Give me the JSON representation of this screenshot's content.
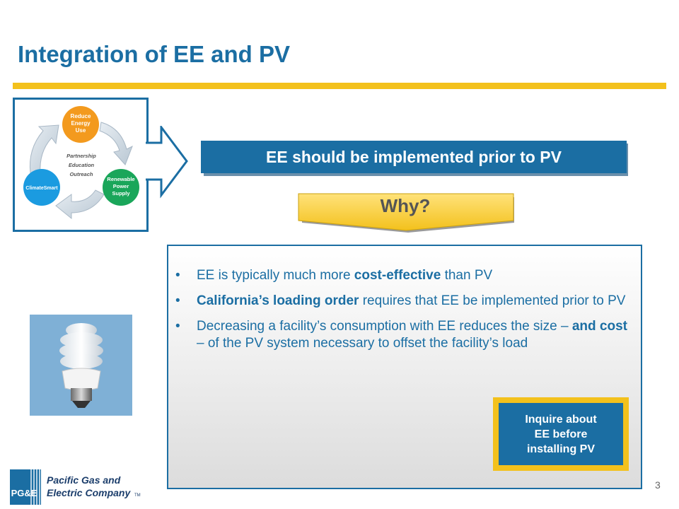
{
  "slide": {
    "title": "Integration of EE and PV",
    "page_number": "3"
  },
  "cycle": {
    "reduce_line1": "Reduce",
    "reduce_line2": "Energy",
    "reduce_line3": "Use",
    "renewable_line1": "Renewable",
    "renewable_line2": "Power",
    "renewable_line3": "Supply",
    "climatesmart": "ClimateSmart",
    "center_line1": "Partnership",
    "center_line2": "Education",
    "center_line3": "Outreach"
  },
  "banner": {
    "text": "EE should be implemented prior to PV"
  },
  "why": {
    "text": "Why?"
  },
  "bullets": {
    "b1_pre": "EE is typically much more ",
    "b1_bold": "cost-effective",
    "b1_post": " than PV",
    "b2_bold": "California’s loading order",
    "b2_post": " requires that EE be implemented prior to PV",
    "b3_pre": "Decreasing a facility’s consumption with EE reduces the size – ",
    "b3_bold": "and cost",
    "b3_post": " – of the PV system necessary to offset the facility’s load",
    "marker": "•"
  },
  "callout": {
    "line1": "Inquire about",
    "line2": "EE before",
    "line3": "installing PV"
  },
  "logo": {
    "mark": "PG&E",
    "line1": "Pacific Gas and",
    "line2": "Electric Company",
    "tm": "TM"
  },
  "colors": {
    "brand_blue": "#1b6ea3",
    "accent_yellow": "#f3c11c",
    "cycle_orange": "#f39a1e",
    "cycle_green": "#1aa65a",
    "cycle_blue": "#1b9be0"
  }
}
